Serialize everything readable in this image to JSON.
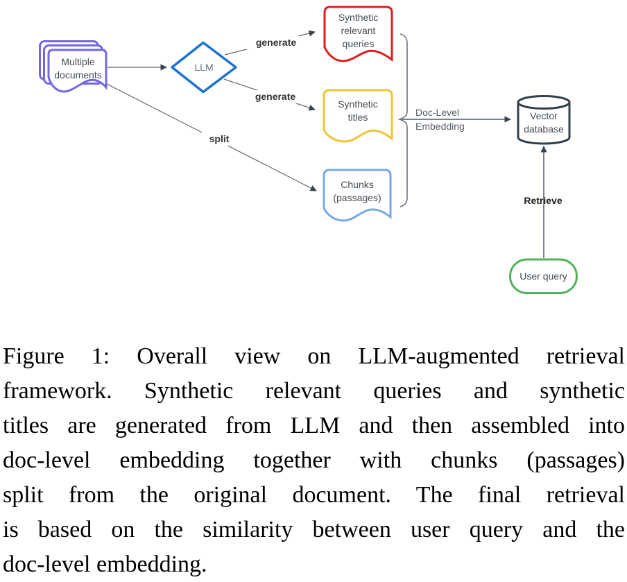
{
  "diagram": {
    "nodes": {
      "multiple_documents": {
        "label": "Multiple\ndocuments",
        "color": "#7267E3"
      },
      "llm": {
        "label": "LLM",
        "color": "#1B72D2"
      },
      "synthetic_queries": {
        "label": "Synthetic\nrelevant\nqueries",
        "color": "#DB1E1E"
      },
      "synthetic_titles": {
        "label": "Synthetic\ntitles",
        "color": "#F0C438"
      },
      "chunks": {
        "label": "Chunks\n(passages)",
        "color": "#77A9EA"
      },
      "vector_database": {
        "label": "Vector\ndatabase",
        "color": "#333F4B"
      },
      "user_query": {
        "label": "User query",
        "color": "#4FB35A"
      }
    },
    "edge_labels": {
      "generate_top": "generate",
      "generate_bottom": "generate",
      "split": "split",
      "doc_level_embedding": "Doc-Level\nEmbedding",
      "retrieve": "Retrieve"
    },
    "line_color": "#666666",
    "arrowhead_color": "#3A434C",
    "brace_color": "#6a737c"
  },
  "caption": {
    "lines": [
      "Figure 1: Overall view on LLM-augmented retrieval",
      "framework.  Synthetic relevant queries and synthetic",
      "titles are generated from LLM and then assembled into",
      "doc-level embedding together with chunks (passages)",
      "split from the original document.  The final retrieval",
      "is based on the similarity between user query and the",
      "doc-level embedding."
    ]
  }
}
